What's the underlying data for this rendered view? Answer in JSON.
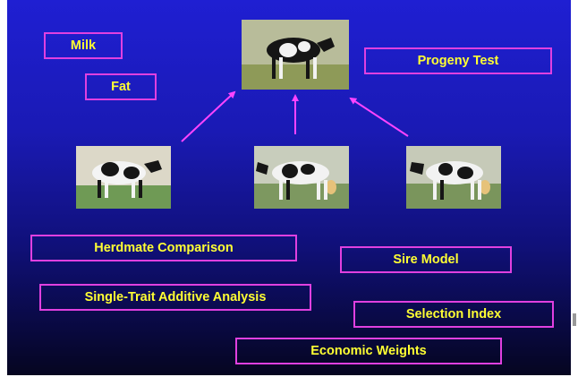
{
  "labels": {
    "milk": "Milk",
    "fat": "Fat",
    "progeny_test": "Progeny Test",
    "herdmate_comparison": "Herdmate Comparison",
    "sire_model": "Sire Model",
    "single_trait": "Single-Trait Additive Analysis",
    "selection_index": "Selection Index",
    "economic_weights": "Economic Weights"
  },
  "images": {
    "sire": "holstein-cow-photo",
    "daughter_1": "holstein-cow-photo",
    "daughter_2": "holstein-cow-photo",
    "daughter_3": "holstein-cow-photo"
  },
  "colors": {
    "text": "#ffff33",
    "border": "#e040e0",
    "arrow": "#ff44ff",
    "background_top": "#1f1fd2",
    "background_bottom": "#050520"
  }
}
